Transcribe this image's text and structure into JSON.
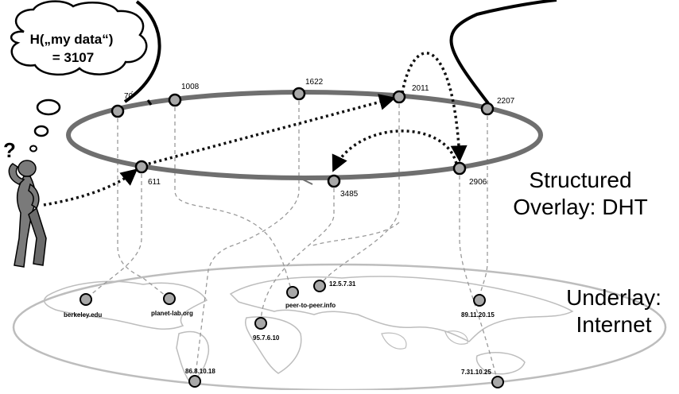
{
  "thought": {
    "line1": "H(„my data“)",
    "line2": "= 3107"
  },
  "overlay": {
    "label_line1": "Structured",
    "label_line2": "Overlay: DHT",
    "nodes": [
      {
        "id": "705",
        "label": "70́"
      },
      {
        "id": "1008",
        "label": "1008"
      },
      {
        "id": "1622",
        "label": "1622"
      },
      {
        "id": "2011",
        "label": "2011"
      },
      {
        "id": "2207",
        "label": "2207"
      },
      {
        "id": "2906",
        "label": "2906"
      },
      {
        "id": "3485",
        "label": "3485"
      },
      {
        "id": "611",
        "label": "611"
      }
    ]
  },
  "underlay": {
    "label_line1": "Underlay:",
    "label_line2": "Internet",
    "hosts": [
      {
        "id": "berkeley",
        "label": "berkeley.edu"
      },
      {
        "id": "planetlab",
        "label": "planet-lab.org"
      },
      {
        "id": "ip86",
        "label": "86.8.10.18"
      },
      {
        "id": "ip95",
        "label": "95.7.6.10"
      },
      {
        "id": "p2p",
        "label": "peer-to-peer.info"
      },
      {
        "id": "ip12",
        "label": "12.5.7.31"
      },
      {
        "id": "ip89",
        "label": "89.11.20.15"
      },
      {
        "id": "ip7",
        "label": "7.31.10.25"
      }
    ]
  },
  "colors": {
    "ring": "#6f6f6f",
    "node_fill": "#a8a8a8",
    "dashed": "#9a9a9a",
    "world": "#c8c8c8"
  }
}
